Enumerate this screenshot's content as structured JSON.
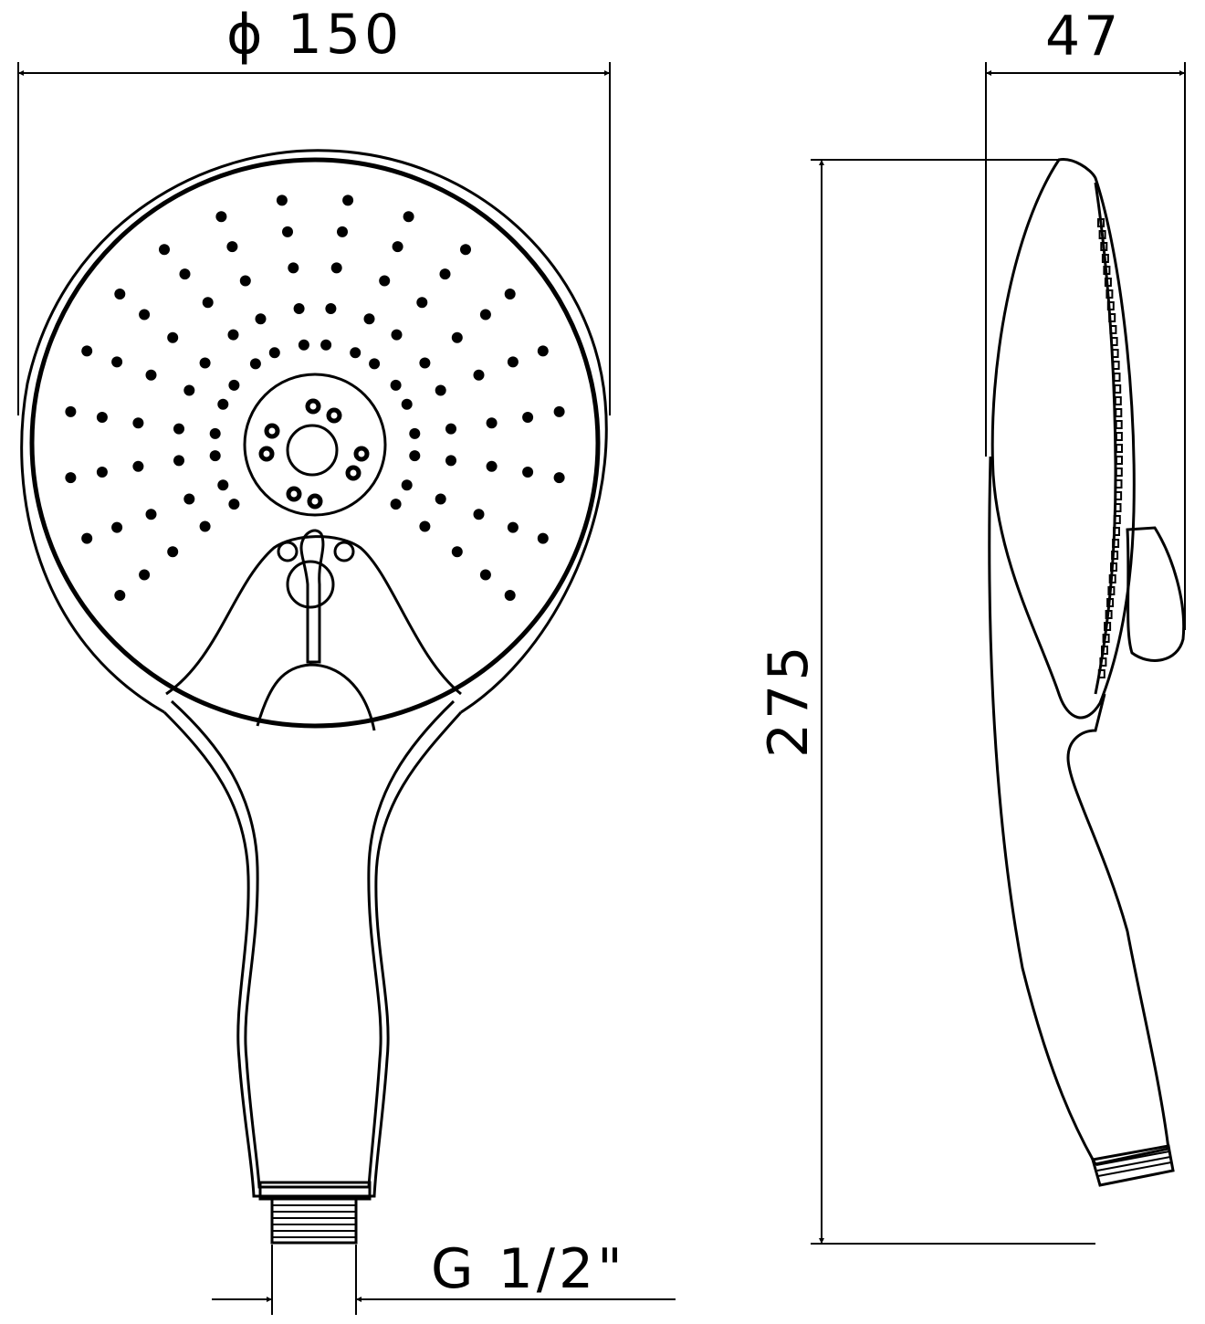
{
  "dimensions": {
    "diameter": "ϕ 150",
    "depth": "47",
    "height": "275",
    "thread": "G 1/2\""
  },
  "colors": {
    "line": "#000000",
    "background": "#ffffff"
  }
}
